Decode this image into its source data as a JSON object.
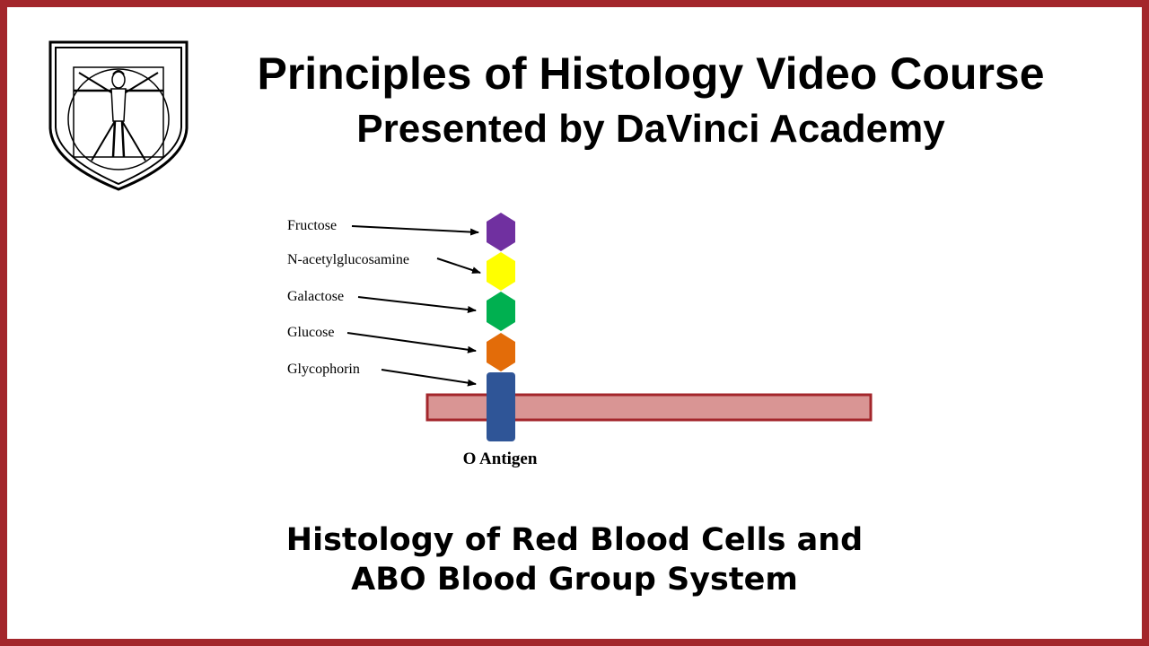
{
  "header": {
    "title": "Principles of Histology Video Course",
    "subtitle": "Presented by DaVinci Academy"
  },
  "logo": {
    "icon": "vitruvian-man-shield-icon"
  },
  "diagram": {
    "labels": [
      "Fructose",
      "N-acetylglucosamine",
      "Galactose",
      "Glucose",
      "Glycophorin"
    ],
    "caption": "O Antigen",
    "colors": {
      "fructose": "#7030a0",
      "n_acetylglucosamine": "#ffff00",
      "galactose": "#00b050",
      "glucose": "#e36c09",
      "glycophorin": "#2f5597",
      "membrane_fill": "#d99594",
      "membrane_stroke": "#a3262b"
    }
  },
  "footer": {
    "line1": "Histology of Red Blood Cells and",
    "line2": "ABO Blood Group System"
  },
  "theme": {
    "border": "#a3262b"
  }
}
